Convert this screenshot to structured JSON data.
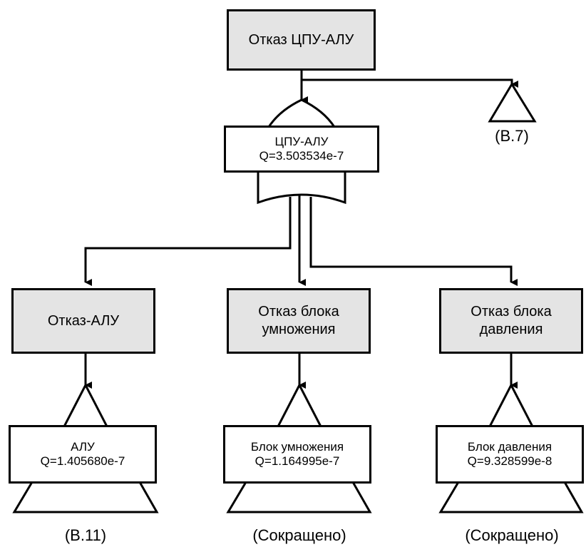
{
  "top_event": {
    "label": "Отказ ЦПУ-АЛУ"
  },
  "or_gate": {
    "name": "ЦПУ-АЛУ",
    "q": "Q=3.503534e-7"
  },
  "transfer_top": {
    "ref": "(B.7)"
  },
  "events": [
    {
      "label": "Отказ-АЛУ",
      "gate_name": "АЛУ",
      "gate_q": "Q=1.405680e-7",
      "ref": "(B.11)"
    },
    {
      "label": "Отказ блока умножения",
      "gate_name": "Блок умножения",
      "gate_q": "Q=1.164995e-7",
      "ref": "(Сокращено)"
    },
    {
      "label": "Отказ блока давления",
      "gate_name": "Блок давления",
      "gate_q": "Q=9.328599e-8",
      "ref": "(Сокращено)"
    }
  ]
}
